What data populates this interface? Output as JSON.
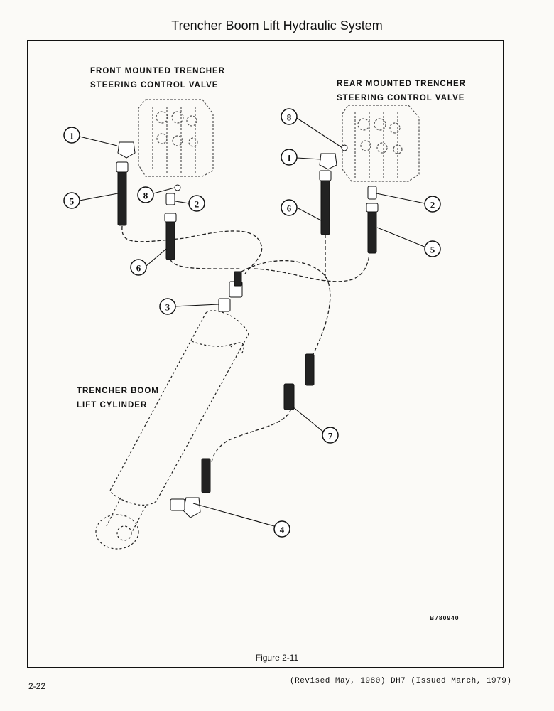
{
  "page_title": "Trencher Boom Lift Hydraulic System",
  "labels": {
    "front_valve": "FRONT MOUNTED TRENCHER\nSTEERING CONTROL VALVE",
    "rear_valve": "REAR MOUNTED TRENCHER\nSTEERING CONTROL VALVE",
    "cylinder": "TRENCHER BOOM\nLIFT CYLINDER"
  },
  "callouts": [
    "1",
    "5",
    "8",
    "2",
    "6",
    "3",
    "8",
    "1",
    "6",
    "2",
    "5",
    "7",
    "4"
  ],
  "drawing_number": "B780940",
  "figure_caption": "Figure 2-11",
  "page_number": "2-22",
  "footer_text": "(Revised May, 1980) DH7 (Issued March, 1979)"
}
